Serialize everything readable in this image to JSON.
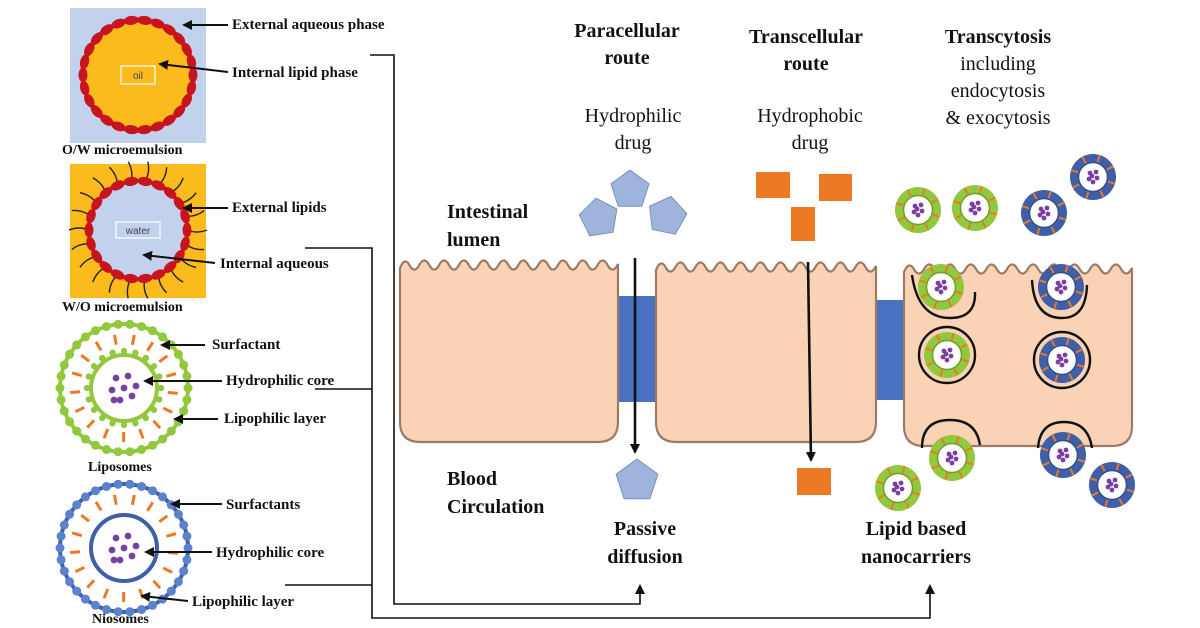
{
  "left_panel": {
    "ow": {
      "caption": "O/W microemulsion",
      "inner": "oil",
      "labels": [
        "External aqueous  phase",
        "Internal lipid phase"
      ]
    },
    "wo": {
      "caption": "W/O microemulsion",
      "inner": "water",
      "labels": [
        "External lipids",
        "Internal aqueous"
      ]
    },
    "liposome": {
      "caption": "Liposomes",
      "labels": [
        "Surfactant",
        "Hydrophilic  core",
        "Lipophilic layer"
      ]
    },
    "niosome": {
      "caption": "Niosomes",
      "labels": [
        "Surfactants",
        "Hydrophilic core",
        "Lipophilic layer"
      ]
    }
  },
  "routes": {
    "paracellular": {
      "title": "Paracellular\nroute",
      "drug": "Hydrophilic\ndrug"
    },
    "transcellular": {
      "title": "Transcellular\nroute",
      "drug": "Hydrophobic\ndrug"
    },
    "transcytosis": {
      "title": "Transcytosis",
      "detail": "including\nendocytosis\n& exocytosis"
    }
  },
  "regions": {
    "lumen": "Intestinal\nlumen",
    "blood": "Blood\nCirculation"
  },
  "outcomes": {
    "passive": "Passive\ndiffusion",
    "lipid": "Lipid based\nnanocarriers"
  },
  "colors": {
    "cell_fill": "#FAD3B7",
    "cell_stroke": "#9C7B66",
    "junction": "#4A71C2",
    "drug_hydrophilic": "#9FB4DD",
    "drug_hydrophobic": "#EC7A24",
    "liposome_green": "#92C83E",
    "niosome_blue": "#3F5FA8",
    "payload_purple": "#7A3FA3",
    "oil_orange": "#FBBB1D",
    "micro_bg": "#C3D2EC",
    "droplet_red": "#C8141E"
  }
}
